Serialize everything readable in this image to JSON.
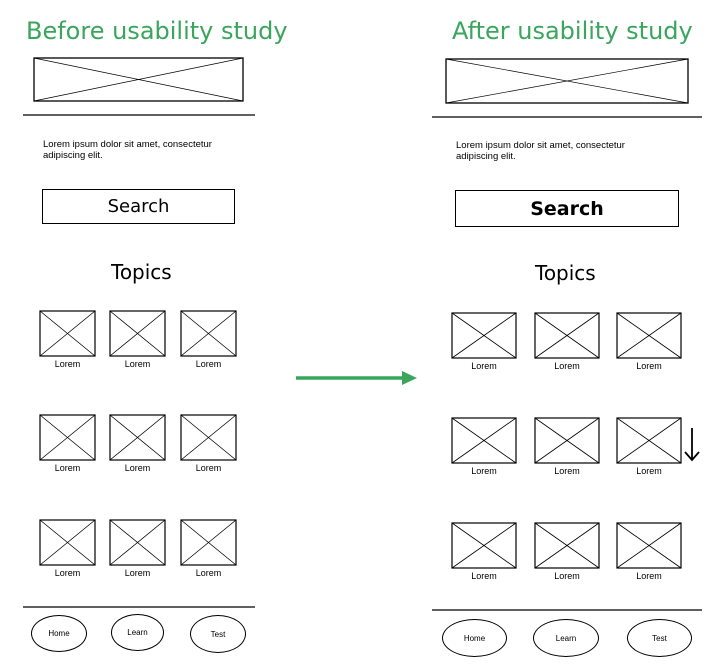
{
  "before": {
    "heading": "Before usability study",
    "description": "Lorem ipsum dolor sit amet, consectetur adipiscing elit.",
    "search_label": "Search",
    "topics_label": "Topics",
    "cell_labels": [
      "Lorem",
      "Lorem",
      "Lorem",
      "Lorem",
      "Lorem",
      "Lorem",
      "Lorem",
      "Lorem",
      "Lorem"
    ],
    "nav": [
      "Home",
      "Learn",
      "Test"
    ]
  },
  "after": {
    "heading": "After usability study",
    "description": "Lorem ipsum dolor sit amet, consectetur adipiscing elit.",
    "search_label": "Search",
    "topics_label": "Topics",
    "cell_labels": [
      "Lorem",
      "Lorem",
      "Lorem",
      "Lorem",
      "Lorem",
      "Lorem",
      "Lorem",
      "Lorem",
      "Lorem"
    ],
    "nav": [
      "Home",
      "Learn",
      "Test"
    ]
  },
  "colors": {
    "accent": "#3aa55c"
  },
  "icons": {
    "transition": "right-arrow-icon",
    "scroll": "down-arrow-icon"
  }
}
